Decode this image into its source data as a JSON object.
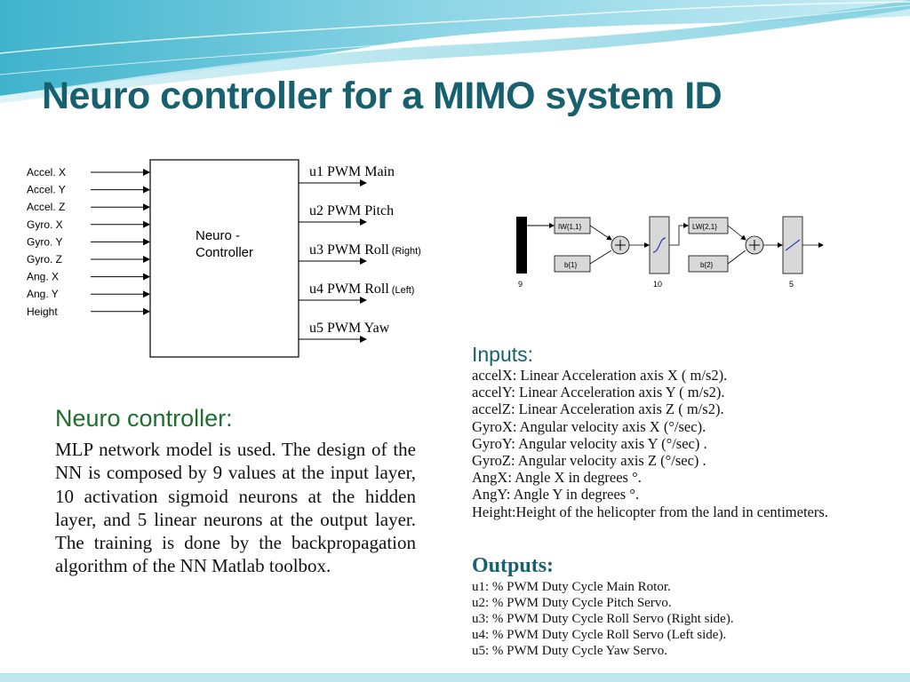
{
  "slide": {
    "title": "Neuro controller for a MIMO system ID"
  },
  "block_diagram": {
    "inputs": [
      "Accel. X",
      "Accel. Y",
      "Accel. Z",
      "Gyro. X",
      "Gyro. Y",
      "Gyro. Z",
      "Ang. X",
      "Ang. Y",
      "Height"
    ],
    "box_label_line1": "Neuro -",
    "box_label_line2": "Controller",
    "outputs": [
      {
        "label": "u1 PWM Main",
        "note": ""
      },
      {
        "label": "u2 PWM Pitch",
        "note": ""
      },
      {
        "label": "u3 PWM Roll",
        "note": "(Right)"
      },
      {
        "label": "u4 PWM Roll",
        "note": "(Left)"
      },
      {
        "label": "u5 PWM Yaw",
        "note": ""
      }
    ]
  },
  "network_diagram": {
    "input_count": "9",
    "layer1_weight": "IW{1,1}",
    "layer1_bias": "b{1}",
    "layer1_size": "10",
    "layer2_weight": "LW{2,1}",
    "layer2_bias": "b{2}",
    "layer2_size": "5"
  },
  "neuro_controller": {
    "heading": "Neuro controller:",
    "body": "MLP network model is used. The design of the NN is composed by 9 values at the input layer, 10 activation sigmoid neurons at the hidden layer, and 5 linear neurons at the output layer. The training is done by the backpropagation algorithm of the NN Matlab toolbox."
  },
  "inputs": {
    "heading": "Inputs:",
    "items": [
      "accelX: Linear Acceleration axis X ( m/s2).",
      "accelY: Linear Acceleration axis Y ( m/s2).",
      "accelZ: Linear Acceleration axis Z ( m/s2).",
      "GyroX: Angular velocity axis X (°/sec).",
      "GyroY: Angular velocity axis Y (°/sec) .",
      "GyroZ: Angular velocity axis Z (°/sec) .",
      "AngX: Angle X in degrees °.",
      "AngY: Angle Y in degrees °.",
      "Height:Height of the helicopter from the land in centimeters."
    ]
  },
  "outputs": {
    "heading": "Outputs:",
    "items": [
      "u1: % PWM Duty Cycle Main Rotor.",
      "u2: % PWM Duty Cycle Pitch Servo.",
      "u3: % PWM Duty Cycle Roll Servo (Right side).",
      "u4: % PWM Duty Cycle Roll Servo (Left side).",
      "u5: % PWM Duty Cycle Yaw Servo."
    ]
  },
  "colors": {
    "title": "#17606e",
    "heading_green": "#1e6e2e",
    "wave_light": "#cdeef5",
    "wave_mid": "#7fd0e2",
    "wave_dark": "#3fb3cc"
  }
}
